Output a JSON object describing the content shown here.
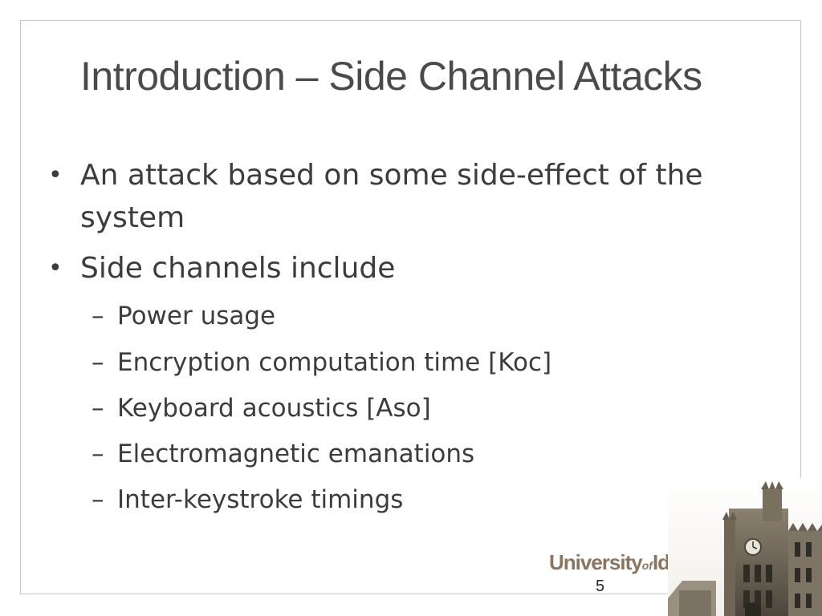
{
  "slide": {
    "title": "Introduction – Side Channel Attacks",
    "bullets": [
      "An attack based on some side-effect of the system",
      "Side channels include"
    ],
    "sub_bullets": [
      "Power usage",
      "Encryption computation time [Koc]",
      "Keyboard acoustics [Aso]",
      "Electromagnetic emanations",
      "Inter-keystroke timings"
    ],
    "bullet_glyph": "•",
    "dash_glyph": "–",
    "page_number": "5"
  },
  "branding": {
    "logo_part1": "University",
    "logo_part2": "of",
    "logo_part3": "Idaho",
    "logo_color": "#8a7560"
  }
}
